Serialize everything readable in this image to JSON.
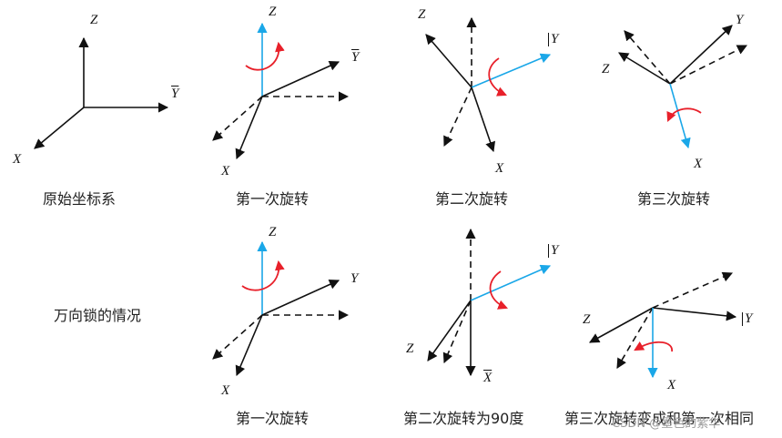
{
  "colors": {
    "axis": "#111111",
    "rotated_axis": "#1aa7e8",
    "rotation_arrow": "#e8202a"
  },
  "rows": [
    {
      "row_label": "",
      "panels": [
        {
          "caption": "原始坐标系",
          "labels": {
            "z": "Z",
            "y": "Y",
            "x": "X"
          }
        },
        {
          "caption": "第一次旋转",
          "labels": {
            "z": "Z",
            "y": "Y",
            "x": "X"
          }
        },
        {
          "caption": "第二次旋转",
          "labels": {
            "z": "Z",
            "y": "Y",
            "x": "X"
          }
        },
        {
          "caption": "第三次旋转",
          "labels": {
            "z": "Z",
            "y": "Y",
            "x": "X"
          }
        }
      ]
    },
    {
      "row_label": "万向锁的情况",
      "panels": [
        {
          "caption": "第一次旋转",
          "labels": {
            "z": "Z",
            "y": "Y",
            "x": "X"
          }
        },
        {
          "caption": "第二次旋转为90度",
          "labels": {
            "z": "Z",
            "y": "Y",
            "x": "X"
          }
        },
        {
          "caption": "第三次旋转变成和第一次相同",
          "labels": {
            "z": "Z",
            "y": "Y",
            "x": "X"
          }
        }
      ]
    }
  ],
  "watermark": "CSDN @墨色的紫华"
}
